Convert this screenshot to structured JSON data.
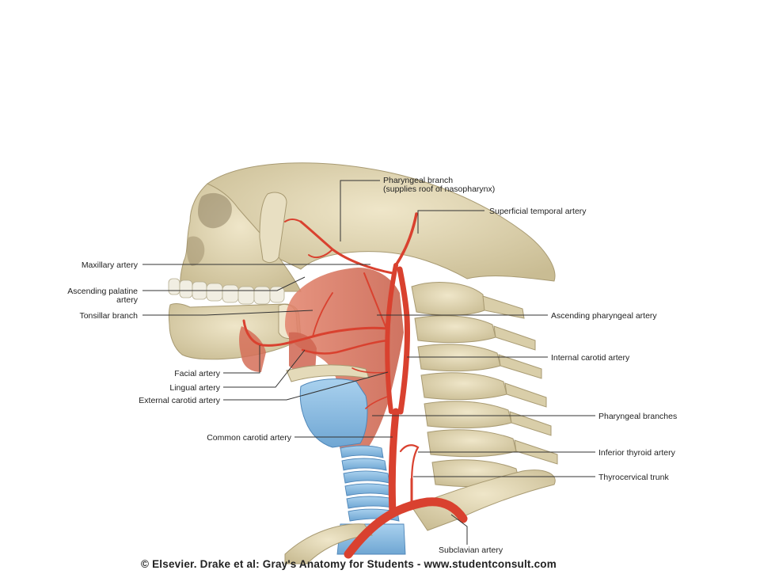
{
  "labels": {
    "pharyngeal_branch_1": "Pharyngeal branch",
    "pharyngeal_branch_2": "(supplies roof of nasopharynx)",
    "superficial_temporal": "Superficial temporal artery",
    "maxillary": "Maxillary artery",
    "ascending_palatine_1": "Ascending palatine",
    "ascending_palatine_2": "artery",
    "tonsillar_branch": "Tonsillar branch",
    "ascending_pharyngeal": "Ascending pharyngeal artery",
    "internal_carotid": "Internal carotid artery",
    "facial": "Facial artery",
    "lingual": "Lingual artery",
    "external_carotid": "External carotid artery",
    "pharyngeal_branches": "Pharyngeal branches",
    "common_carotid": "Common carotid artery",
    "inferior_thyroid": "Inferior thyroid artery",
    "thyrocervical_trunk": "Thyrocervical trunk",
    "subclavian": "Subclavian artery"
  },
  "footer": {
    "copyright": "© Elsevier. Drake et al: Gray's Anatomy for Students - www.studentconsult.com"
  },
  "colors": {
    "background": "#ffffff",
    "bone": "#e2d8b8",
    "bone_shadow": "#b9ab84",
    "muscle": "#d9735e",
    "artery": "#d9412f",
    "cartilage": "#8fbfe3",
    "leader": "#333333"
  }
}
